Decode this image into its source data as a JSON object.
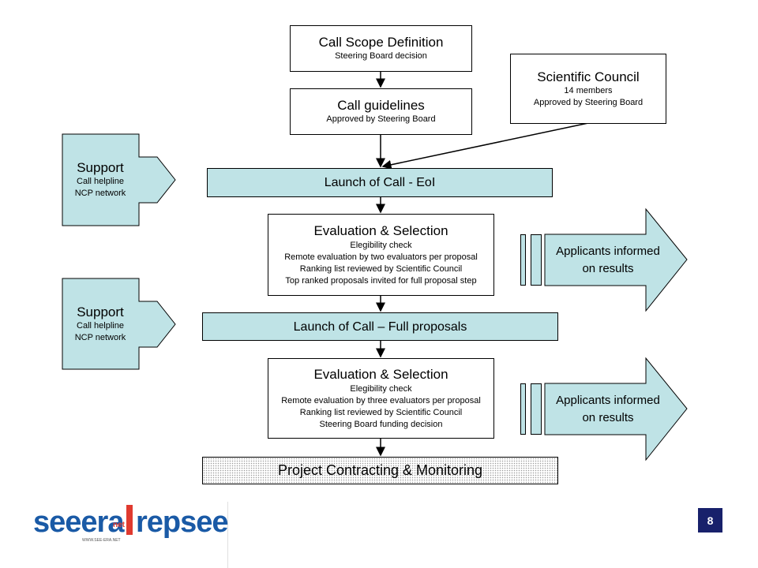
{
  "boxes": {
    "scope": {
      "title": "Call Scope Definition",
      "sub": "Steering Board decision"
    },
    "guidelines": {
      "title": "Call guidelines",
      "sub": "Approved by Steering Board"
    },
    "council": {
      "title": "Scientific Council",
      "lines": [
        "14 members",
        "Approved by Steering Board"
      ]
    },
    "launch_eoi": {
      "title": "Launch of Call - EoI"
    },
    "eval1": {
      "title": "Evaluation & Selection",
      "lines": [
        "Elegibility check",
        "Remote evaluation by two evaluators per proposal",
        "Ranking list reviewed by Scientific Council",
        "Top ranked proposals invited for full proposal step"
      ]
    },
    "launch_full": {
      "title": "Launch of Call – Full proposals"
    },
    "eval2": {
      "title": "Evaluation & Selection",
      "lines": [
        "Elegibility check",
        "Remote evaluation by three evaluators per proposal",
        "Ranking list reviewed by Scientific Council",
        "Steering Board funding decision"
      ]
    },
    "contracting": {
      "title": "Project Contracting & Monitoring"
    }
  },
  "support": [
    {
      "title": "Support",
      "lines": [
        "Call helpline",
        "NCP network"
      ]
    },
    {
      "title": "Support",
      "lines": [
        "Call helpline",
        "NCP network"
      ]
    }
  ],
  "applicants": [
    {
      "lines": [
        "Applicants informed",
        "on results"
      ]
    },
    {
      "lines": [
        "Applicants informed",
        "on results"
      ]
    }
  ],
  "logo": {
    "left": "seeera",
    "left_small": "net",
    "right": "repsee",
    "url": "WWW.SEE-ERA.NET"
  },
  "page_number": "8",
  "colors": {
    "fill": "#bfe3e6",
    "page_badge": "#18216b",
    "logo_blue": "#1a5aa6",
    "logo_red": "#e03a2f"
  }
}
